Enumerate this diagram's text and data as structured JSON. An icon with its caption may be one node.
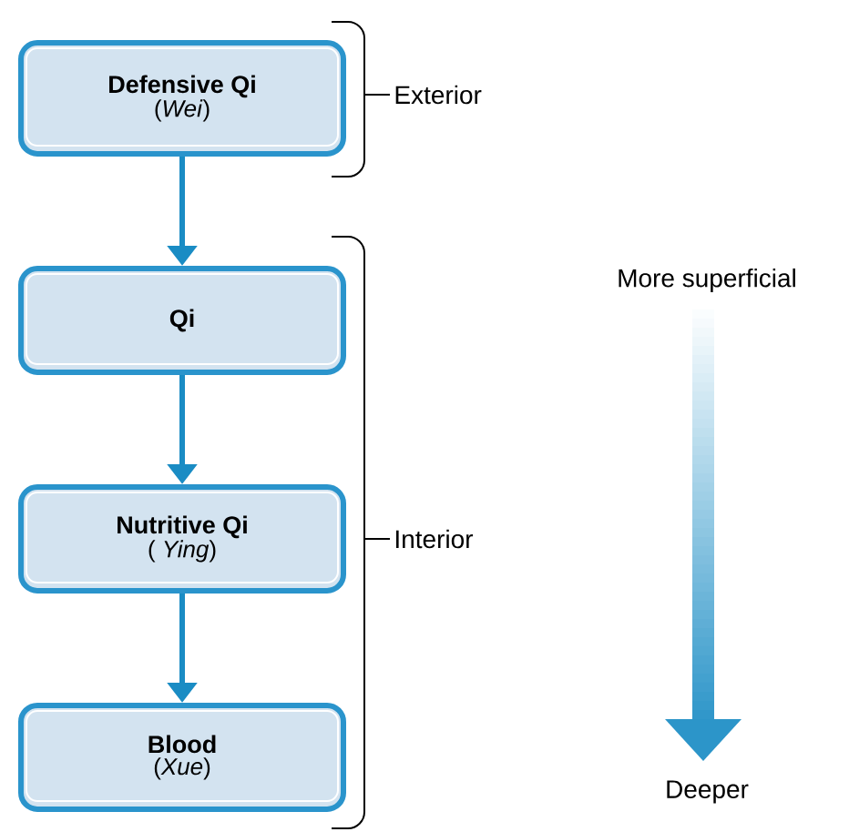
{
  "diagram": {
    "nodes": [
      {
        "text": [
          "Defensive Qi",
          "(*Wei*)"
        ]
      },
      {
        "text": [
          "Qi"
        ]
      },
      {
        "text": [
          "Nutritive Qi",
          "( *Ying*)"
        ]
      },
      {
        "text": [
          "Blood",
          "(*Xue*)"
        ]
      }
    ],
    "edges": [
      {
        "from": 0,
        "to": 1,
        "arrow": "to"
      },
      {
        "from": 1,
        "to": 2,
        "arrow": "to"
      },
      {
        "from": 2,
        "to": 3,
        "arrow": "to"
      }
    ],
    "labels": [
      "Exterior",
      "Interior",
      "More superficial",
      "Deeper"
    ]
  }
}
